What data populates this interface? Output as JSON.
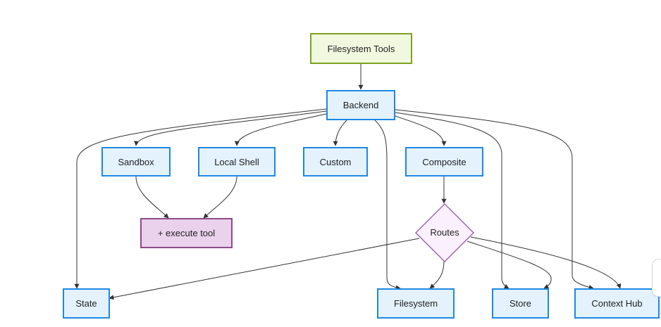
{
  "colors": {
    "blue_fill": "#e3f2fd",
    "blue_stroke": "#1e88e5",
    "green_fill": "#f1f8e0",
    "green_stroke": "#7da11f",
    "purple_fill": "#ead1ec",
    "purple_stroke": "#8e4a88",
    "diamond_fill": "#fbf0fd",
    "diamond_stroke": "#9a68b4",
    "edge": "#333333"
  },
  "nodes": {
    "filesystem_tools": "Filesystem Tools",
    "backend": "Backend",
    "sandbox": "Sandbox",
    "local_shell": "Local Shell",
    "custom": "Custom",
    "composite": "Composite",
    "execute_tool": "+ execute tool",
    "routes": "Routes",
    "state": "State",
    "filesystem": "Filesystem",
    "store": "Store",
    "context_hub": "Context Hub"
  },
  "edges": [
    {
      "from": "filesystem_tools",
      "to": "backend"
    },
    {
      "from": "backend",
      "to": "state"
    },
    {
      "from": "backend",
      "to": "sandbox"
    },
    {
      "from": "backend",
      "to": "local_shell"
    },
    {
      "from": "backend",
      "to": "custom"
    },
    {
      "from": "backend",
      "to": "composite"
    },
    {
      "from": "backend",
      "to": "filesystem"
    },
    {
      "from": "backend",
      "to": "store"
    },
    {
      "from": "backend",
      "to": "context_hub"
    },
    {
      "from": "sandbox",
      "to": "execute_tool"
    },
    {
      "from": "local_shell",
      "to": "execute_tool"
    },
    {
      "from": "composite",
      "to": "routes"
    },
    {
      "from": "routes",
      "to": "state"
    },
    {
      "from": "routes",
      "to": "filesystem"
    },
    {
      "from": "routes",
      "to": "store"
    },
    {
      "from": "routes",
      "to": "context_hub"
    }
  ]
}
